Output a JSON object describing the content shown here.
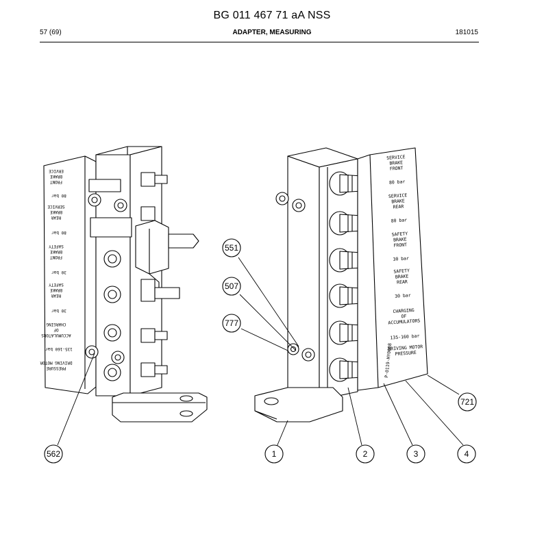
{
  "header": {
    "title": "BG 011 467 71 aA NSS",
    "page": "57 (69)",
    "subtitle": "ADAPTER, MEASURING",
    "code": "181015"
  },
  "callouts": [
    "551",
    "507",
    "777",
    "562",
    "1",
    "2",
    "3",
    "4",
    "721"
  ],
  "right_plate": {
    "lines": [
      "SERVICE",
      "BRAKE",
      "FRONT",
      "80 bar",
      "SERVICE",
      "BRAKE",
      "REAR",
      "80 bar",
      "SAFETY",
      "BRAKE",
      "FRONT",
      "30 bar",
      "SAFETY",
      "BRAKE",
      "REAR",
      "30 bar",
      "CHARGING",
      "OF",
      "ACCUMULATORS",
      "135-160 bar",
      "DRIVING MOTOR",
      "PRESSURE"
    ],
    "side_code": "P-0119-HY0008"
  }
}
